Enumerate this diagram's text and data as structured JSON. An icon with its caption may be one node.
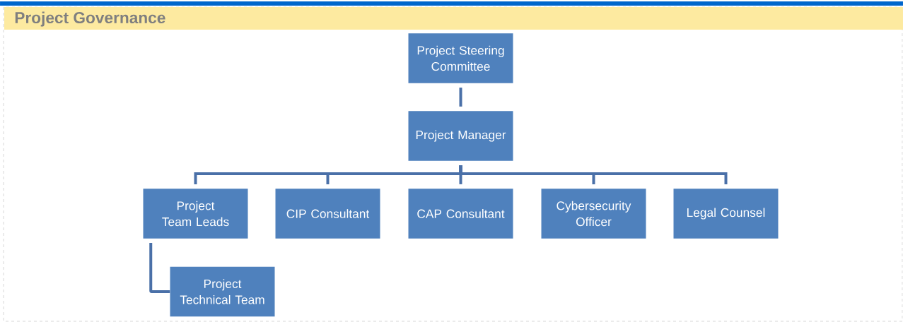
{
  "diagram": {
    "title": "Project Governance",
    "nodes": [
      {
        "text": [
          "Project Steering Committee"
        ]
      },
      {
        "text": [
          "Project Manager"
        ]
      },
      {
        "text": [
          "Project Team Leads"
        ]
      },
      {
        "text": [
          "CIP Consultant"
        ]
      },
      {
        "text": [
          "CAP Consultant"
        ]
      },
      {
        "text": [
          "Cybersecurity Officer"
        ]
      },
      {
        "text": [
          "Legal Counsel"
        ]
      },
      {
        "text": [
          "Project Technical Team"
        ]
      }
    ],
    "edges": [
      {
        "from": 0,
        "to": 1,
        "arrow": "none"
      },
      {
        "from": 1,
        "to": 2,
        "arrow": "none"
      },
      {
        "from": 1,
        "to": 3,
        "arrow": "none"
      },
      {
        "from": 1,
        "to": 4,
        "arrow": "none"
      },
      {
        "from": 1,
        "to": 5,
        "arrow": "none"
      },
      {
        "from": 1,
        "to": 6,
        "arrow": "none"
      },
      {
        "from": 2,
        "to": 7,
        "arrow": "none"
      }
    ]
  }
}
